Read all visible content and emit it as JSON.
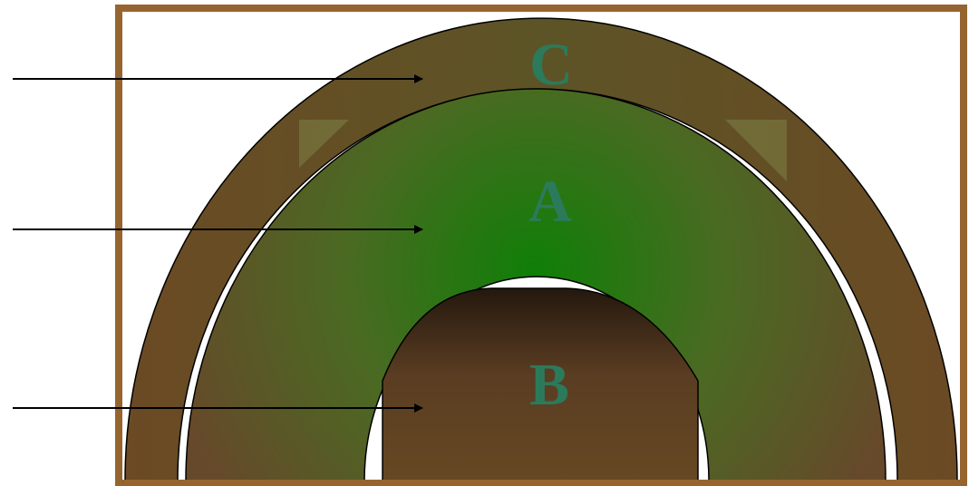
{
  "labels": {
    "outer": "C",
    "middle": "A",
    "inner": "B"
  },
  "colors": {
    "frame": "#96652f",
    "brown": "#664823",
    "brown_dark": "#261a10",
    "green": "#0f7f07",
    "label": "#2c7a5c",
    "outline": "#000000",
    "arrow": "#000000",
    "background": "#ffffff"
  }
}
